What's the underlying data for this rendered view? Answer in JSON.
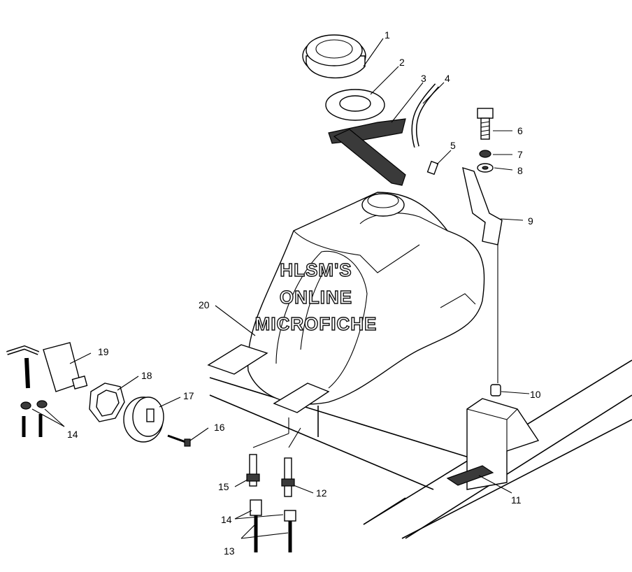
{
  "callouts": [
    {
      "id": "1",
      "label": "1"
    },
    {
      "id": "2",
      "label": "2"
    },
    {
      "id": "3",
      "label": "3"
    },
    {
      "id": "4",
      "label": "4"
    },
    {
      "id": "5",
      "label": "5"
    },
    {
      "id": "6",
      "label": "6"
    },
    {
      "id": "7",
      "label": "7"
    },
    {
      "id": "8",
      "label": "8"
    },
    {
      "id": "9",
      "label": "9"
    },
    {
      "id": "10",
      "label": "10"
    },
    {
      "id": "11",
      "label": "11"
    },
    {
      "id": "12",
      "label": "12"
    },
    {
      "id": "13",
      "label": "13"
    },
    {
      "id": "14a",
      "label": "14"
    },
    {
      "id": "14b",
      "label": "14"
    },
    {
      "id": "15",
      "label": "15"
    },
    {
      "id": "16",
      "label": "16"
    },
    {
      "id": "17",
      "label": "17"
    },
    {
      "id": "18",
      "label": "18"
    },
    {
      "id": "19",
      "label": "19"
    },
    {
      "id": "20",
      "label": "20"
    }
  ],
  "watermark": {
    "line1": "HLSM'S",
    "line2": "ONLINE",
    "line3": "MICROFICHE"
  }
}
